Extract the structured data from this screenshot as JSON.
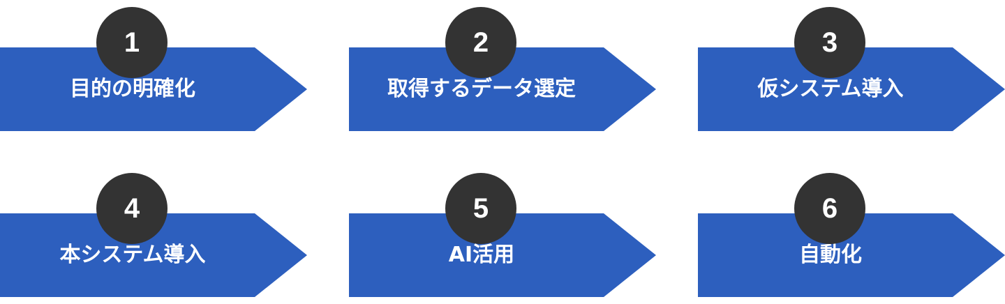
{
  "steps": [
    {
      "number": "1",
      "label": "目的の明確化"
    },
    {
      "number": "2",
      "label": "取得するデータ選定"
    },
    {
      "number": "3",
      "label": "仮システム導入"
    },
    {
      "number": "4",
      "label": "本システム導入"
    },
    {
      "number": "5",
      "label": "AI活用"
    },
    {
      "number": "6",
      "label": "自動化"
    }
  ],
  "colors": {
    "arrow": "#2d5fbe",
    "badge": "#333333",
    "text": "#ffffff"
  }
}
